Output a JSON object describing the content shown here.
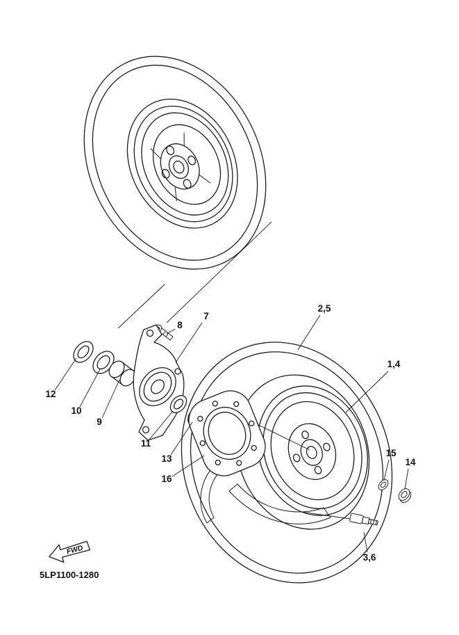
{
  "diagram": {
    "part_code": "5LP1100-1280",
    "fwd_label": "FWD",
    "callouts": [
      {
        "text": "1,4"
      },
      {
        "text": "2,5"
      },
      {
        "text": "3,6"
      },
      {
        "text": "7"
      },
      {
        "text": "8"
      },
      {
        "text": "9"
      },
      {
        "text": "10"
      },
      {
        "text": "11"
      },
      {
        "text": "12"
      },
      {
        "text": "13"
      },
      {
        "text": "14"
      },
      {
        "text": "15"
      },
      {
        "text": "16"
      }
    ]
  }
}
